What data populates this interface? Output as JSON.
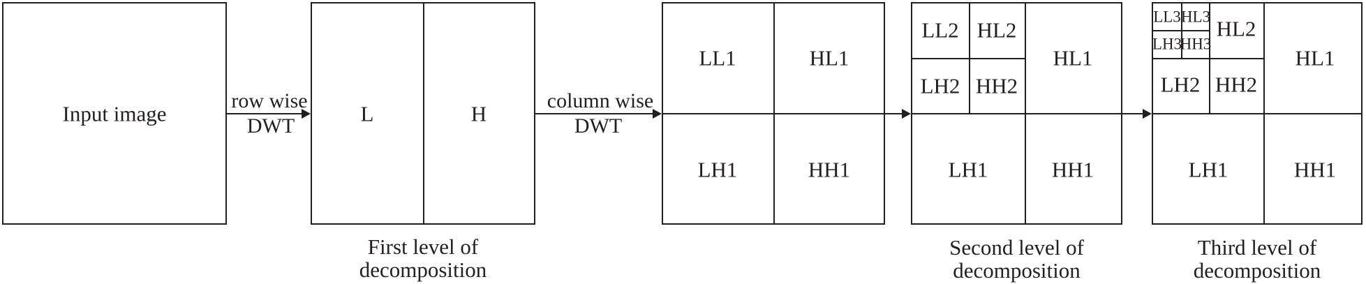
{
  "colors": {
    "line": "#231f20",
    "text": "#231f20",
    "background": "#ffffff"
  },
  "input": {
    "label": "Input image"
  },
  "arrows": {
    "row": {
      "top": "row wise",
      "bottom": "DWT"
    },
    "column": {
      "top": "column wise",
      "bottom": "DWT"
    }
  },
  "first": {
    "l": "L",
    "h": "H",
    "caption": "First level of decomposition"
  },
  "quad": {
    "ll1": "LL1",
    "hl1": "HL1",
    "lh1": "LH1",
    "hh1": "HH1"
  },
  "second": {
    "ll2": "LL2",
    "hl2": "HL2",
    "lh2": "LH2",
    "hh2": "HH2",
    "hl1": "HL1",
    "lh1": "LH1",
    "hh1": "HH1",
    "caption1": "Second level of",
    "caption2": "decomposition"
  },
  "third": {
    "ll3": "LL3",
    "hl3": "HL3",
    "lh3": "LH3",
    "hh3": "HH3",
    "hl2": "HL2",
    "lh2": "LH2",
    "hh2": "HH2",
    "hl1": "HL1",
    "lh1": "LH1",
    "hh1": "HH1",
    "caption1": "Third level of",
    "caption2": "decomposition"
  }
}
